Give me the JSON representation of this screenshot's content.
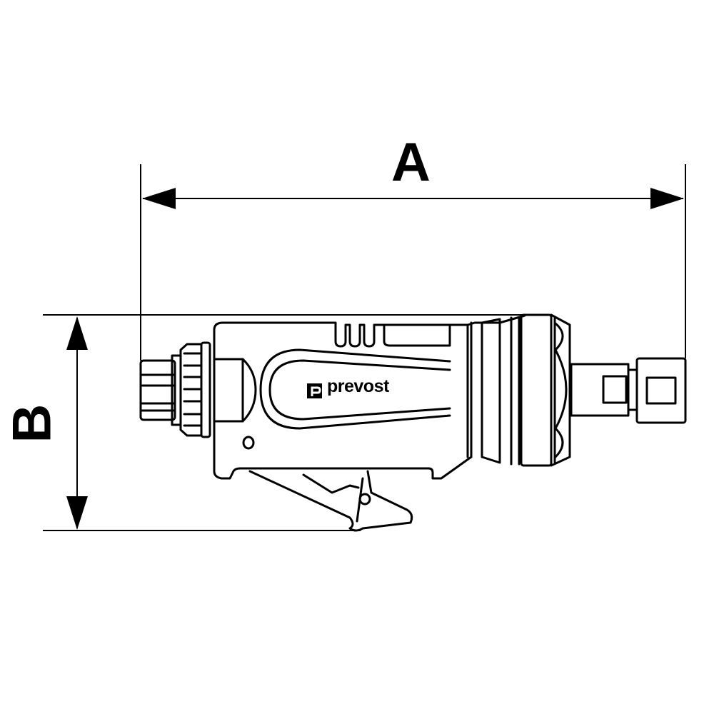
{
  "dimensions": {
    "a_label": "A",
    "b_label": "B"
  },
  "tool": {
    "brand": "prevost",
    "brand_logo_icon": "prevost-p-logo"
  }
}
